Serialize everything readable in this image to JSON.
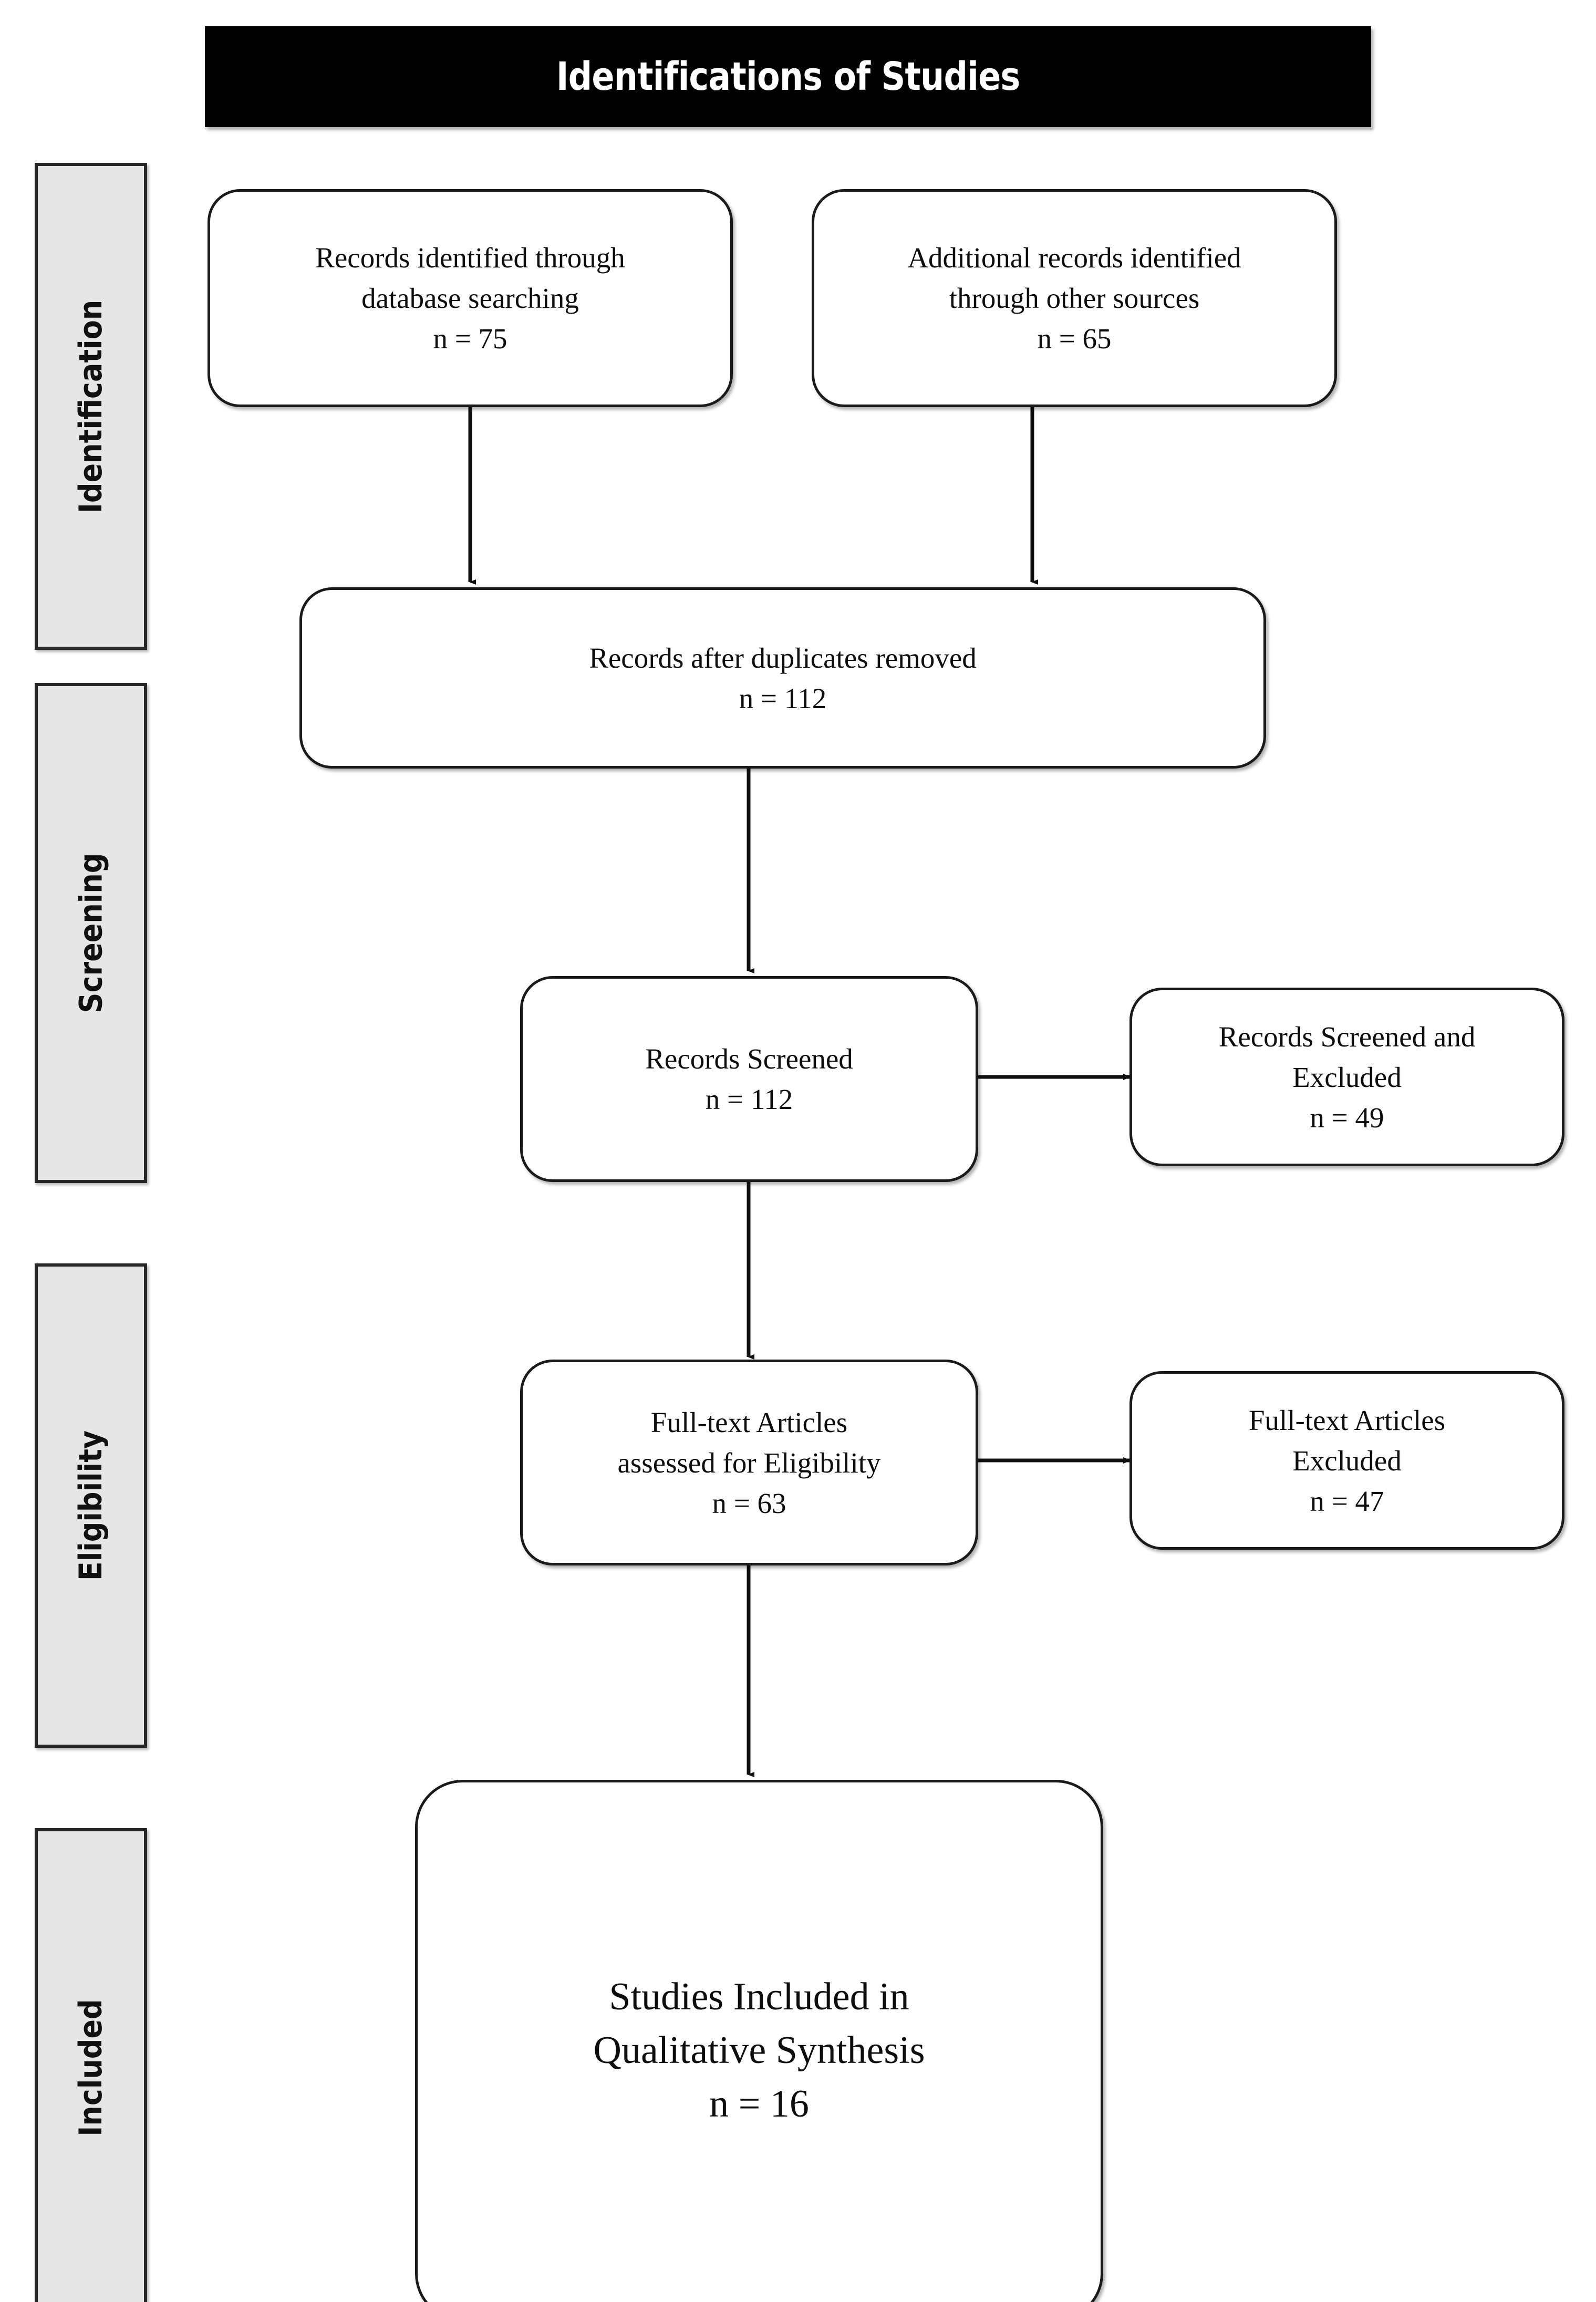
{
  "title": {
    "text": "Identifications of Studies",
    "background": "#000000",
    "color": "#ffffff"
  },
  "stages": [
    {
      "label": "Identification"
    },
    {
      "label": "Screening"
    },
    {
      "label": "Eligibility"
    },
    {
      "label": "Included"
    }
  ],
  "boxes": {
    "database_search": {
      "line1": "Records identified through",
      "line2": "database searching",
      "line3": "n = 75"
    },
    "other_sources": {
      "line1": "Additional records identified",
      "line2": "through other sources",
      "line3": "n = 65"
    },
    "duplicates_removed": {
      "line1": "Records after duplicates removed",
      "line2": "n = 112"
    },
    "records_screened": {
      "line1": "Records Screened",
      "line2": "n = 112"
    },
    "records_excluded": {
      "line1": "Records Screened and",
      "line2": "Excluded",
      "line3": "n = 49"
    },
    "fulltext_assessed": {
      "line1": "Full-text Articles",
      "line2": "assessed for Eligibility",
      "line3": "n = 63"
    },
    "fulltext_excluded": {
      "line1": "Full-text Articles",
      "line2": "Excluded",
      "line3": "n = 47"
    },
    "studies_included": {
      "line1": "Studies Included in",
      "line2": "Qualitative Synthesis",
      "line3": "n = 16"
    }
  },
  "chart_data": {
    "type": "diagram",
    "diagram_kind": "prisma-flow",
    "title": "Identifications of Studies",
    "stages": [
      "Identification",
      "Screening",
      "Eligibility",
      "Included"
    ],
    "nodes": [
      {
        "id": "database_search",
        "stage": "Identification",
        "label": "Records identified through database searching",
        "n": 75
      },
      {
        "id": "other_sources",
        "stage": "Identification",
        "label": "Additional records identified through other sources",
        "n": 65
      },
      {
        "id": "duplicates_removed",
        "stage": "Identification",
        "label": "Records after duplicates removed",
        "n": 112
      },
      {
        "id": "records_screened",
        "stage": "Screening",
        "label": "Records Screened",
        "n": 112
      },
      {
        "id": "records_excluded",
        "stage": "Screening",
        "label": "Records Screened and Excluded",
        "n": 49
      },
      {
        "id": "fulltext_assessed",
        "stage": "Eligibility",
        "label": "Full-text Articles assessed for Eligibility",
        "n": 63
      },
      {
        "id": "fulltext_excluded",
        "stage": "Eligibility",
        "label": "Full-text Articles Excluded",
        "n": 47
      },
      {
        "id": "studies_included",
        "stage": "Included",
        "label": "Studies Included in Qualitative Synthesis",
        "n": 16
      }
    ],
    "edges": [
      {
        "from": "database_search",
        "to": "duplicates_removed",
        "direction": "down"
      },
      {
        "from": "other_sources",
        "to": "duplicates_removed",
        "direction": "down"
      },
      {
        "from": "duplicates_removed",
        "to": "records_screened",
        "direction": "down"
      },
      {
        "from": "records_screened",
        "to": "records_excluded",
        "direction": "right"
      },
      {
        "from": "records_screened",
        "to": "fulltext_assessed",
        "direction": "down"
      },
      {
        "from": "fulltext_assessed",
        "to": "fulltext_excluded",
        "direction": "right"
      },
      {
        "from": "fulltext_assessed",
        "to": "studies_included",
        "direction": "down"
      }
    ]
  }
}
